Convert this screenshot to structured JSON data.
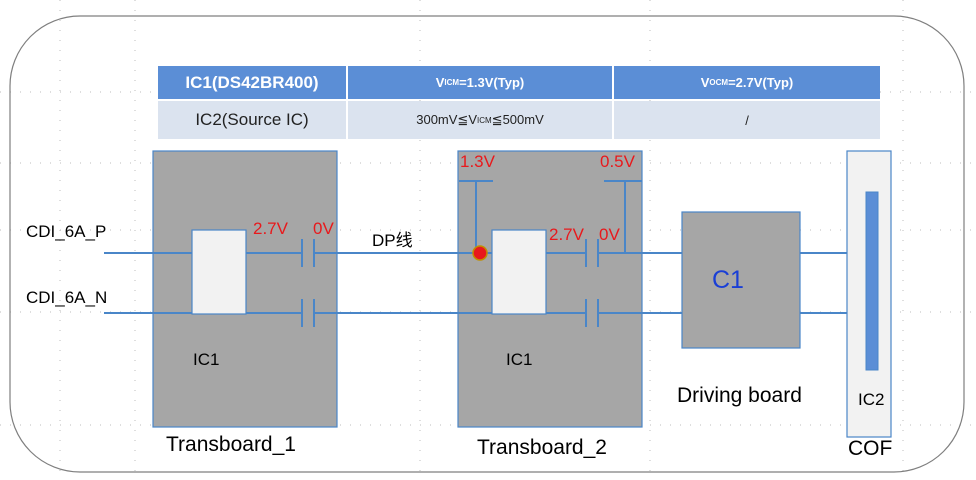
{
  "table": {
    "header": {
      "c1": "IC1(DS42BR400)",
      "c2_prefix": "V",
      "c2_sub": "ICM",
      "c2_suffix": "=1.3V(Typ)",
      "c3_prefix": "V",
      "c3_sub": "OCM",
      "c3_suffix": "=2.7V(Typ)"
    },
    "row2": {
      "c1": "IC2(Source IC)",
      "c2_prefix": "300mV≦V",
      "c2_sub": "ICM",
      "c2_suffix": "≦500mV",
      "c3": "/"
    }
  },
  "signals": {
    "p": "CDI_6A_P",
    "n": "CDI_6A_N"
  },
  "transboard1": {
    "name": "Transboard_1",
    "ic": "IC1",
    "v_out": "2.7V",
    "v_in": "0V"
  },
  "cable": {
    "label": "DP线"
  },
  "transboard2": {
    "name": "Transboard_2",
    "ic": "IC1",
    "bias_left": "1.3V",
    "bias_right": "0.5V",
    "v_out": "2.7V",
    "v_in": "0V"
  },
  "driving_board": {
    "chip": "C1",
    "name": "Driving board"
  },
  "cof": {
    "name": "COF",
    "ic": "IC2"
  },
  "colors": {
    "board_fill": "#a6a6a6",
    "wire": "#4a86c8",
    "table_header": "#5b8ed6",
    "table_row": "#dbe3ef",
    "red_label": "#e8191c",
    "c1_label": "#1a3fd6",
    "probe_dot": "#e8191c"
  }
}
